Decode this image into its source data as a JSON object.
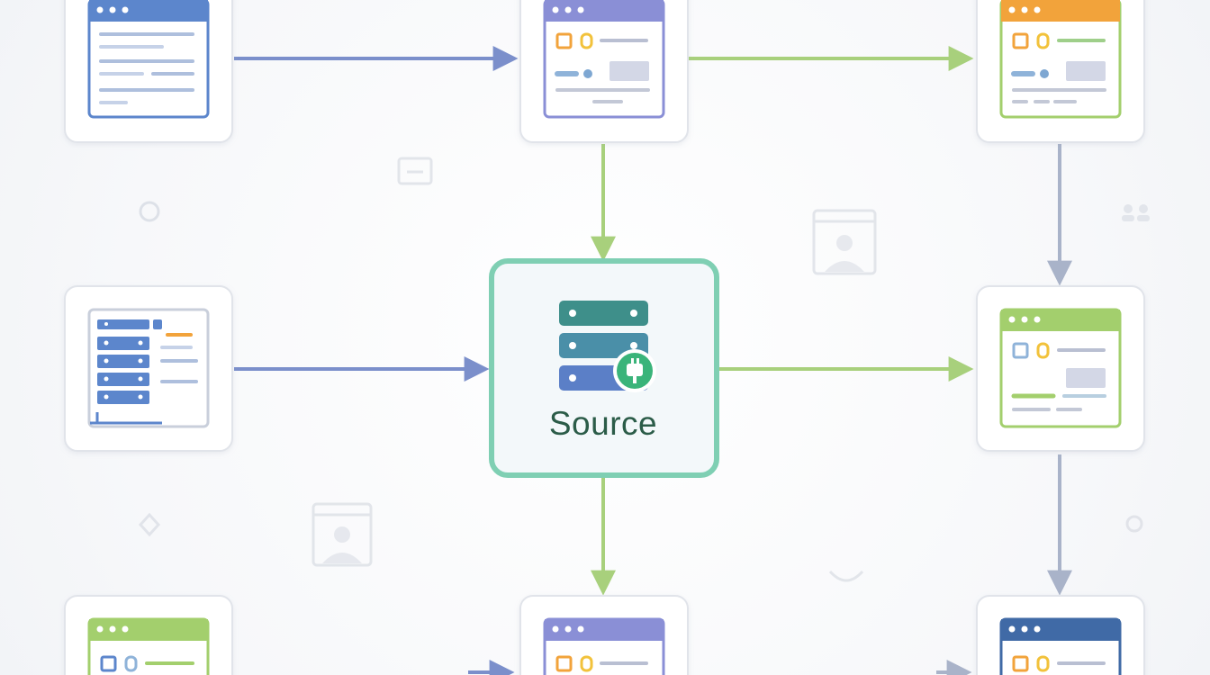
{
  "source_label": "Source",
  "colors": {
    "blue": "#5b86cc",
    "purple": "#8a8fd6",
    "orange": "#f2a33a",
    "green": "#a3cf6d",
    "teal": "#7fcfb3",
    "navy": "#3f6aa6",
    "arrow_blue": "#7b8fcb",
    "arrow_green": "#a8d07c",
    "arrow_gray": "#a9b3c9"
  },
  "nodes": [
    {
      "id": "top-left",
      "kind": "document",
      "accent": "blue"
    },
    {
      "id": "top-center",
      "kind": "form",
      "accent": "purple"
    },
    {
      "id": "top-right",
      "kind": "form",
      "accent": "orange"
    },
    {
      "id": "middle-left",
      "kind": "database-panel",
      "accent": "blue"
    },
    {
      "id": "source",
      "kind": "database",
      "accent": "teal"
    },
    {
      "id": "middle-right",
      "kind": "form",
      "accent": "green"
    },
    {
      "id": "bottom-left",
      "kind": "form",
      "accent": "green"
    },
    {
      "id": "bottom-center",
      "kind": "form",
      "accent": "purple"
    },
    {
      "id": "bottom-right",
      "kind": "form",
      "accent": "navy"
    }
  ],
  "edges": [
    {
      "from": "top-left",
      "to": "top-center",
      "color": "arrow_blue"
    },
    {
      "from": "top-center",
      "to": "top-right",
      "color": "arrow_green"
    },
    {
      "from": "top-center",
      "to": "source",
      "color": "arrow_green"
    },
    {
      "from": "top-right",
      "to": "middle-right",
      "color": "arrow_gray"
    },
    {
      "from": "middle-left",
      "to": "source",
      "color": "arrow_blue"
    },
    {
      "from": "source",
      "to": "middle-right",
      "color": "arrow_green"
    },
    {
      "from": "source",
      "to": "bottom-center",
      "color": "arrow_green"
    },
    {
      "from": "middle-right",
      "to": "bottom-right",
      "color": "arrow_gray"
    },
    {
      "from": "bottom-left",
      "to": "bottom-center",
      "color": "arrow_blue"
    },
    {
      "from": "bottom-center",
      "to": "bottom-right",
      "color": "arrow_gray"
    }
  ],
  "decorations": [
    "circle-icon",
    "minus-window-icon",
    "image-placeholder-icon",
    "users-icon",
    "diamond-icon",
    "ring-icon",
    "smile-arc-icon"
  ]
}
